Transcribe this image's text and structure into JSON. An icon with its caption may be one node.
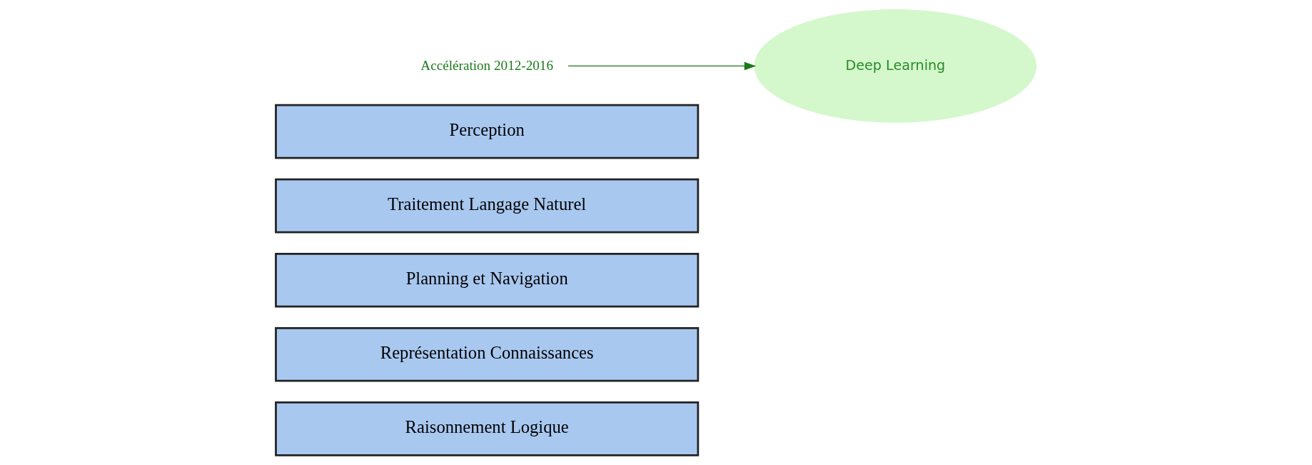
{
  "diagram": {
    "nodes": [
      {
        "text": [
          "Raisonnement Logique"
        ]
      },
      {
        "text": [
          "Représentation Connaissances"
        ]
      },
      {
        "text": [
          "Planning et Navigation"
        ]
      },
      {
        "text": [
          "Traitement Langage Naturel"
        ]
      },
      {
        "text": [
          "Perception"
        ]
      },
      {
        "text": [
          "Deep Learning"
        ]
      },
      {
        "text": [
          "Accélération 2012-2016"
        ]
      }
    ],
    "edges": [
      {
        "from": 6,
        "to": 5,
        "arrow": "to"
      }
    ]
  }
}
